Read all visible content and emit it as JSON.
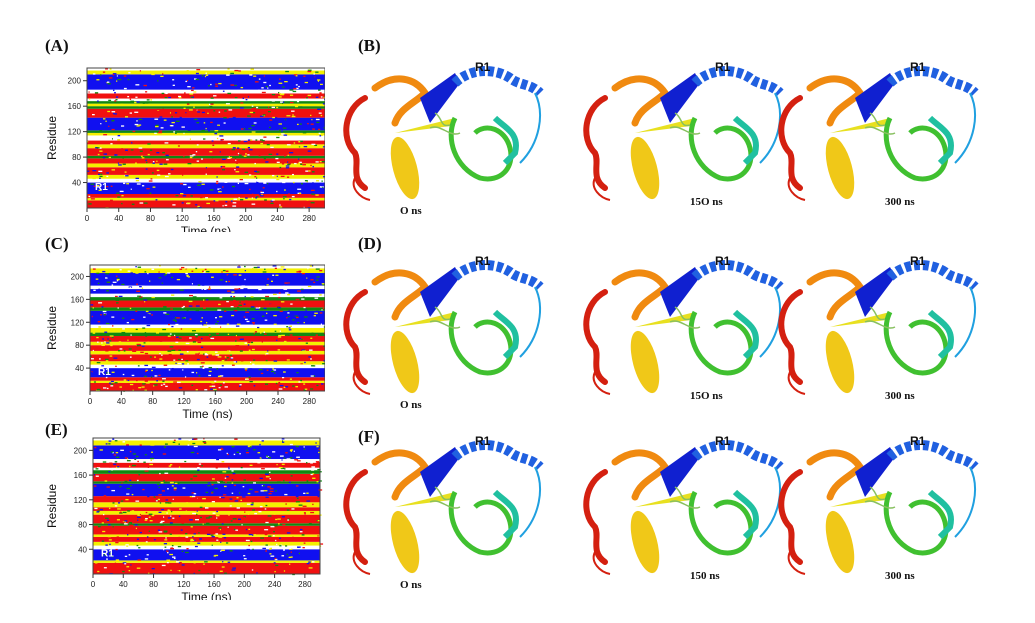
{
  "panel_labels": [
    "(A)",
    "(B)",
    "(C)",
    "(D)",
    "(E)",
    "(F)"
  ],
  "chart_data": [
    {
      "type": "heatmap",
      "panel": "(A)",
      "xlabel": "Time (ns)",
      "ylabel": "Residue",
      "xlim": [
        0,
        300
      ],
      "ylim": [
        0,
        220
      ],
      "xticks": [
        "0",
        "40",
        "80",
        "120",
        "160",
        "200",
        "240",
        "280"
      ],
      "yticks": [
        "40",
        "80",
        "120",
        "160",
        "200"
      ],
      "annotation": "R1",
      "bands": [
        [
          "red",
          0,
          12
        ],
        [
          "yellow",
          12,
          16
        ],
        [
          "red",
          16,
          22
        ],
        [
          "blue",
          22,
          40
        ],
        [
          "white",
          40,
          46
        ],
        [
          "yellow",
          46,
          52
        ],
        [
          "red",
          52,
          64
        ],
        [
          "yellow",
          64,
          70
        ],
        [
          "red",
          70,
          78
        ],
        [
          "green",
          78,
          82
        ],
        [
          "red",
          82,
          94
        ],
        [
          "yellow",
          94,
          100
        ],
        [
          "red",
          100,
          106
        ],
        [
          "white",
          106,
          114
        ],
        [
          "yellow",
          114,
          118
        ],
        [
          "green",
          118,
          122
        ],
        [
          "blue",
          122,
          142
        ],
        [
          "red",
          142,
          156
        ],
        [
          "green",
          156,
          160
        ],
        [
          "yellow",
          160,
          164
        ],
        [
          "green",
          164,
          168
        ],
        [
          "white",
          168,
          172
        ],
        [
          "red",
          172,
          180
        ],
        [
          "white",
          180,
          186
        ],
        [
          "blue",
          186,
          210
        ],
        [
          "yellow",
          210,
          216
        ]
      ]
    },
    {
      "type": "heatmap",
      "panel": "(C)",
      "xlabel": "Time (ns)",
      "ylabel": "Residue",
      "xlim": [
        0,
        300
      ],
      "ylim": [
        0,
        220
      ],
      "xticks": [
        "0",
        "40",
        "80",
        "120",
        "160",
        "200",
        "240",
        "280"
      ],
      "yticks": [
        "40",
        "80",
        "120",
        "160",
        "200"
      ],
      "annotation": "R1",
      "bands": [
        [
          "red",
          0,
          14
        ],
        [
          "yellow",
          14,
          18
        ],
        [
          "red",
          18,
          24
        ],
        [
          "blue",
          24,
          40
        ],
        [
          "white",
          40,
          46
        ],
        [
          "yellow",
          46,
          52
        ],
        [
          "red",
          52,
          64
        ],
        [
          "yellow",
          64,
          70
        ],
        [
          "red",
          70,
          80
        ],
        [
          "yellow",
          80,
          86
        ],
        [
          "red",
          86,
          96
        ],
        [
          "green",
          96,
          102
        ],
        [
          "yellow",
          102,
          110
        ],
        [
          "white",
          110,
          116
        ],
        [
          "blue",
          116,
          140
        ],
        [
          "green",
          140,
          146
        ],
        [
          "red",
          146,
          158
        ],
        [
          "green",
          158,
          164
        ],
        [
          "white",
          164,
          170
        ],
        [
          "blue",
          170,
          178
        ],
        [
          "white",
          178,
          184
        ],
        [
          "blue",
          184,
          206
        ],
        [
          "yellow",
          206,
          214
        ]
      ]
    },
    {
      "type": "heatmap",
      "panel": "(E)",
      "xlabel": "Time (ns)",
      "ylabel": "Residue",
      "xlim": [
        0,
        300
      ],
      "ylim": [
        0,
        220
      ],
      "xticks": [
        "0",
        "40",
        "80",
        "120",
        "160",
        "200",
        "240",
        "280"
      ],
      "yticks": [
        "40",
        "80",
        "120",
        "160",
        "200"
      ],
      "annotation": "R1",
      "bands": [
        [
          "red",
          0,
          18
        ],
        [
          "yellow",
          18,
          22
        ],
        [
          "blue",
          22,
          40
        ],
        [
          "white",
          40,
          46
        ],
        [
          "yellow",
          46,
          52
        ],
        [
          "red",
          52,
          60
        ],
        [
          "yellow",
          60,
          64
        ],
        [
          "red",
          64,
          78
        ],
        [
          "green",
          78,
          82
        ],
        [
          "red",
          82,
          96
        ],
        [
          "yellow",
          96,
          102
        ],
        [
          "red",
          102,
          108
        ],
        [
          "yellow",
          108,
          116
        ],
        [
          "red",
          116,
          126
        ],
        [
          "blue",
          126,
          146
        ],
        [
          "green",
          146,
          150
        ],
        [
          "red",
          150,
          162
        ],
        [
          "green",
          162,
          168
        ],
        [
          "white",
          168,
          172
        ],
        [
          "red",
          172,
          180
        ],
        [
          "white",
          180,
          186
        ],
        [
          "blue",
          186,
          208
        ],
        [
          "yellow",
          208,
          216
        ]
      ]
    }
  ],
  "colors": {
    "blue": "#1010f0",
    "red": "#f01010",
    "yellow": "#f4f000",
    "green": "#118811",
    "white": "#ffffff"
  },
  "structures": [
    {
      "panel": "(B)",
      "captions": [
        "O ns",
        "15O ns",
        "300 ns"
      ],
      "marker": "R1"
    },
    {
      "panel": "(D)",
      "captions": [
        "O ns",
        "15O ns",
        "300 ns"
      ],
      "marker": "R1"
    },
    {
      "panel": "(F)",
      "captions": [
        "O ns",
        "150 ns",
        "300 ns"
      ],
      "marker": "R1"
    }
  ]
}
